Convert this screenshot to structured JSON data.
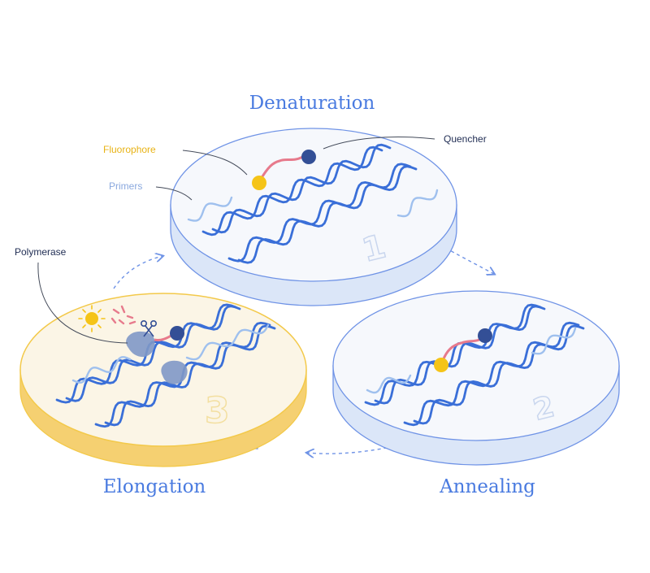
{
  "stages": {
    "denaturation": {
      "title": "Denaturation",
      "number": "1"
    },
    "annealing": {
      "title": "Annealing",
      "number": "2"
    },
    "elongation": {
      "title": "Elongation",
      "number": "3"
    }
  },
  "labels": {
    "fluorophore": "Fluorophore",
    "primers": "Primers",
    "quencher": "Quencher",
    "polymerase": "Polymerase"
  },
  "colors": {
    "dna_blue": "#3a6fd8",
    "primer_light": "#9fc0ee",
    "plate_fill": "#f6f8fc",
    "plate_edge": "#6f93e6",
    "elongation_fill": "#fbf5e6",
    "elongation_edge": "#f3c94a",
    "fluorophore": "#f5c418",
    "quencher": "#334f96",
    "probe_pink": "#e77a8c",
    "polymerase": "#7f98c7",
    "title_blue": "#4a7be0",
    "label_gray": "#222f55"
  }
}
